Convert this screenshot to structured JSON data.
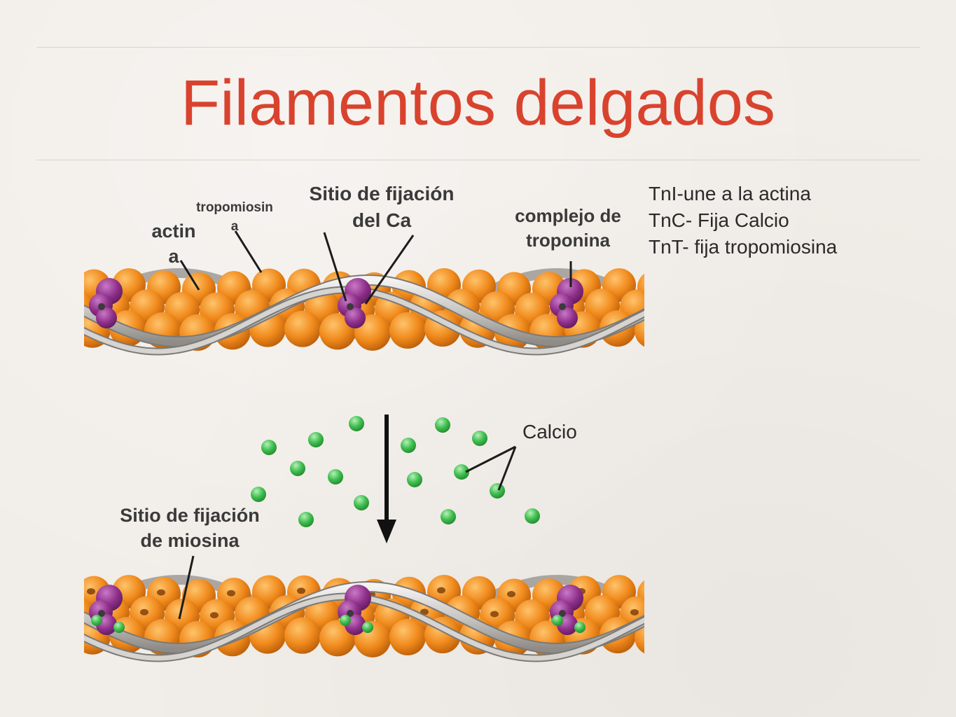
{
  "slide": {
    "title": "Filamentos delgados"
  },
  "labels": {
    "actina": "actin\na",
    "tropomiosina": "tropomiosin\na",
    "sitio_calcio": "Sitio de fijación\ndel Ca",
    "complejo_troponina": "complejo de\ntroponina",
    "calcio": "Calcio",
    "sitio_miosina": "Sitio de fijación\nde miosina"
  },
  "troponin_subunits": [
    "TnI-une a la actina",
    "TnC- Fija Calcio",
    "TnT- fija tropomiosina"
  ],
  "colors": {
    "title": "#d9432e",
    "actin": "#f08a1c",
    "tropomyosin": "#c9c7c4",
    "troponin": "#8e2f8a",
    "calcium": "#3fbf4f",
    "background": "#f1ede8"
  }
}
